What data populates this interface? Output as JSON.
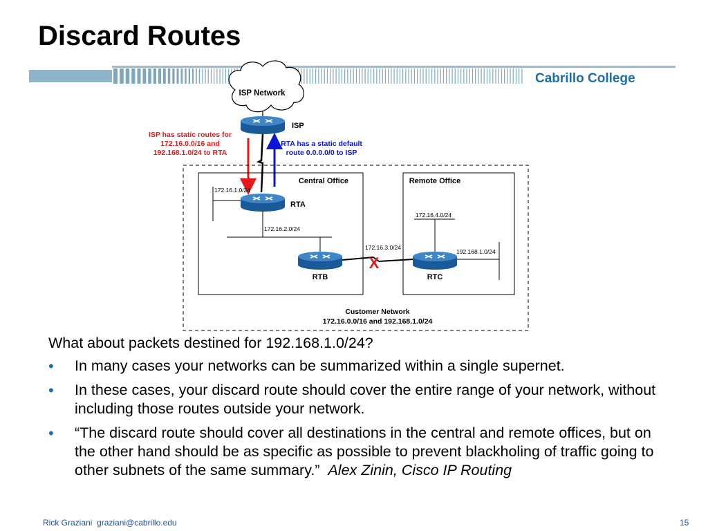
{
  "slide": {
    "title": "Discard Routes",
    "college": "Cabrillo College",
    "page_number": "15",
    "footer_name": "Rick Graziani",
    "footer_email": "graziani@cabrillo.edu"
  },
  "diagram": {
    "isp_cloud": "ISP Network",
    "isp_router": "ISP",
    "isp_note": [
      "ISP has static routes for",
      "172.16.0.0/16 and",
      "192.168.1.0/24 to RTA"
    ],
    "rta_note": [
      "RTA has a static default",
      "route 0.0.0.0/0 to ISP"
    ],
    "central_office": "Central Office",
    "remote_office": "Remote Office",
    "rta": "RTA",
    "rtb": "RTB",
    "rtc": "RTC",
    "net_1": "172.16.1.0/24",
    "net_2": "172.16.2.0/24",
    "net_3": "172.16.3.0/24",
    "net_4": "172.16.4.0/24",
    "net_5": "192.168.1.0/24",
    "link_down": "X",
    "customer_network": [
      "Customer Network",
      "172.16.0.0/16 and 192.168.1.0/24"
    ],
    "colors": {
      "isp_arrow": "#e81818",
      "rta_arrow": "#0a14d6",
      "router": "#1f63a8",
      "fail": "#e81818"
    }
  },
  "text": {
    "lead": "What about packets destined for 192.168.1.0/24?",
    "bullet_symbol": "•",
    "bullets": [
      "In many cases your networks can be summarized within a single supernet.",
      "In these cases, your discard route should cover the entire range of your network, without including those routes outside your network.",
      "“The discard route should cover all destinations in the central and remote offices, but on the other hand should be as specific as possible to prevent blackholing of traffic going to other subnets of the same summary.”"
    ],
    "quote_author": "Alex Zinin, Cisco IP Routing"
  }
}
